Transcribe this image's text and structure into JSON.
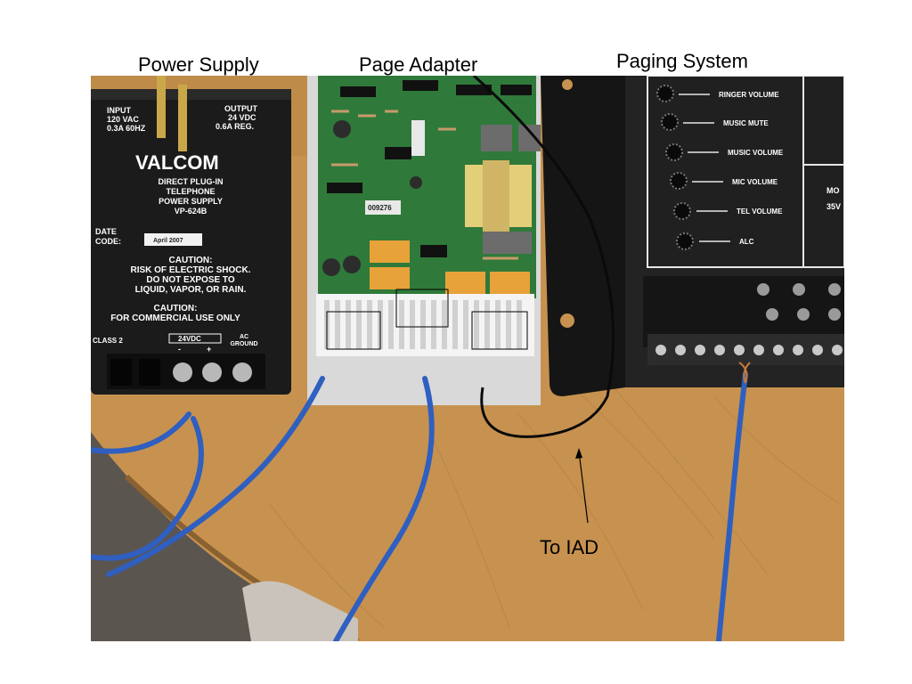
{
  "slide": {
    "labels": {
      "power_supply": "Power Supply",
      "page_adapter": "Page Adapter",
      "paging_system": "Paging System",
      "to_iad": "To IAD"
    }
  },
  "power_supply_unit": {
    "input_lines": [
      "INPUT",
      "120 VAC",
      "0.3A 60HZ"
    ],
    "output_lines": [
      "OUTPUT",
      "24 VDC",
      "0.6A REG."
    ],
    "brand": "VALCOM",
    "description_lines": [
      "DIRECT PLUG-IN",
      "TELEPHONE",
      "POWER SUPPLY",
      "VP-624B"
    ],
    "date_code_label_lines": [
      "DATE",
      "CODE:"
    ],
    "date_code_value": "April 2007",
    "caution1_lines": [
      "CAUTION:",
      "RISK OF ELECTRIC SHOCK.",
      "DO NOT EXPOSE TO",
      "LIQUID, VAPOR, OR RAIN."
    ],
    "caution2_lines": [
      "CAUTION:",
      "FOR COMMERCIAL USE ONLY"
    ],
    "class_label": "CLASS 2",
    "terminal_label": "24VDC",
    "terminal_polarity": [
      "-",
      "+"
    ],
    "ac_ground_lines": [
      "AC",
      "GROUND"
    ]
  },
  "page_adapter_board": {
    "part_label": "009276"
  },
  "paging_system_unit": {
    "knob_labels": [
      "RINGER VOLUME",
      "MUSIC MUTE",
      "MUSIC VOLUME",
      "MIC VOLUME",
      "TEL VOLUME",
      "ALC"
    ],
    "side_panel_lines": [
      "MO",
      "35V"
    ]
  },
  "colors": {
    "table": "#c7924f",
    "wire_blue": "#2f5fc0",
    "power_supply_body": "#1b1b1b",
    "pcb_green": "#2f7a3a",
    "paging_panel": "#232323"
  }
}
